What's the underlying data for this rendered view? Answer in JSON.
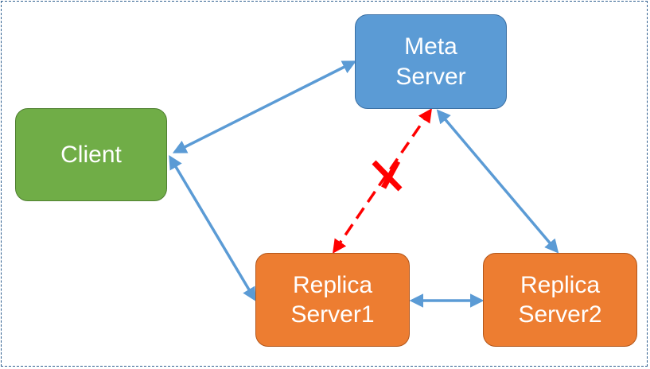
{
  "colors": {
    "meta_fill": "#5b9bd5",
    "client_fill": "#70ad47",
    "replica_fill": "#ed7d31",
    "edge": "#5b9bd5",
    "failed_edge": "#ff0000",
    "frame": "#2f5f8f"
  },
  "nodes": {
    "meta": {
      "line1": "Meta",
      "line2": "Server"
    },
    "client": {
      "label": "Client"
    },
    "replica1": {
      "line1": "Replica",
      "line2": "Server1"
    },
    "replica2": {
      "line1": "Replica",
      "line2": "Server2"
    }
  },
  "edges": [
    {
      "from": "client",
      "to": "meta",
      "style": "solid-bidirectional"
    },
    {
      "from": "client",
      "to": "replica1",
      "style": "solid-bidirectional"
    },
    {
      "from": "meta",
      "to": "replica2",
      "style": "solid-bidirectional"
    },
    {
      "from": "replica1",
      "to": "replica2",
      "style": "solid-bidirectional"
    },
    {
      "from": "replica1",
      "to": "meta",
      "style": "dashed-bidirectional-broken",
      "marker": "cross-icon"
    }
  ]
}
